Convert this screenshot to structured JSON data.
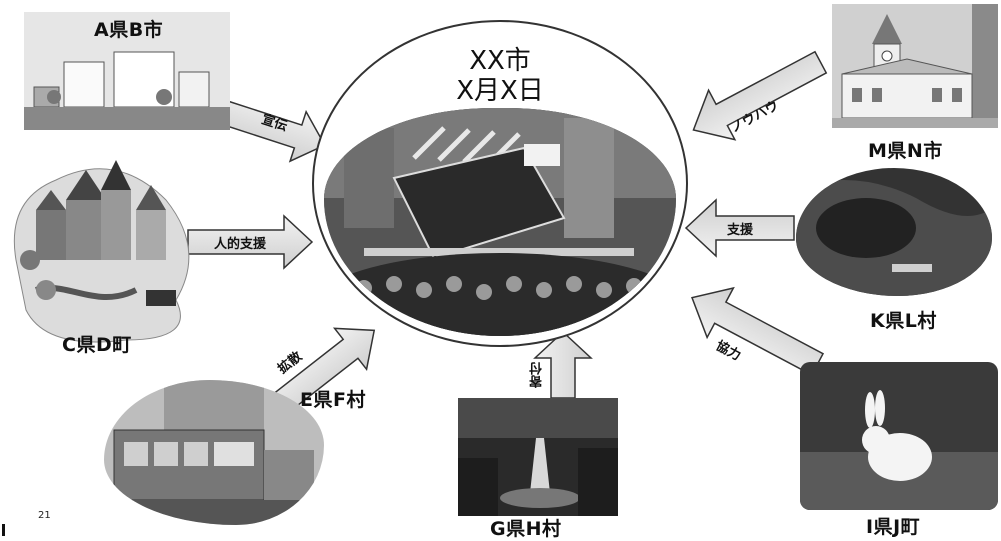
{
  "center": {
    "title": "XX市\nX月X日",
    "image": "festival-float-photo"
  },
  "places": {
    "top_left": "A県B市",
    "left": "C県D町",
    "bottom_left": "E県F村",
    "bottom_center": "G県H村",
    "bottom_right": "I県J町",
    "right": "K県L村",
    "top_right": "M県N市"
  },
  "arrows": {
    "a_b": "宣伝",
    "c_d": "人的支援",
    "e_f": "拡散",
    "g_h": "寄付",
    "i_j": "協力",
    "k_l": "支援",
    "m_n": "ノウハウ"
  },
  "images": {
    "a_b": "town-buildings-illustration",
    "c_d": "village-illustration",
    "e_f": "tram-photo",
    "g_h": "waterfall-photo",
    "i_j": "rabbit-photo",
    "k_l": "lake-boat-photo",
    "m_n": "clock-tower-building-photo"
  },
  "page_number": "21",
  "colors": {
    "arrow_fill": "#e4e4e4",
    "arrow_stroke": "#333333"
  }
}
